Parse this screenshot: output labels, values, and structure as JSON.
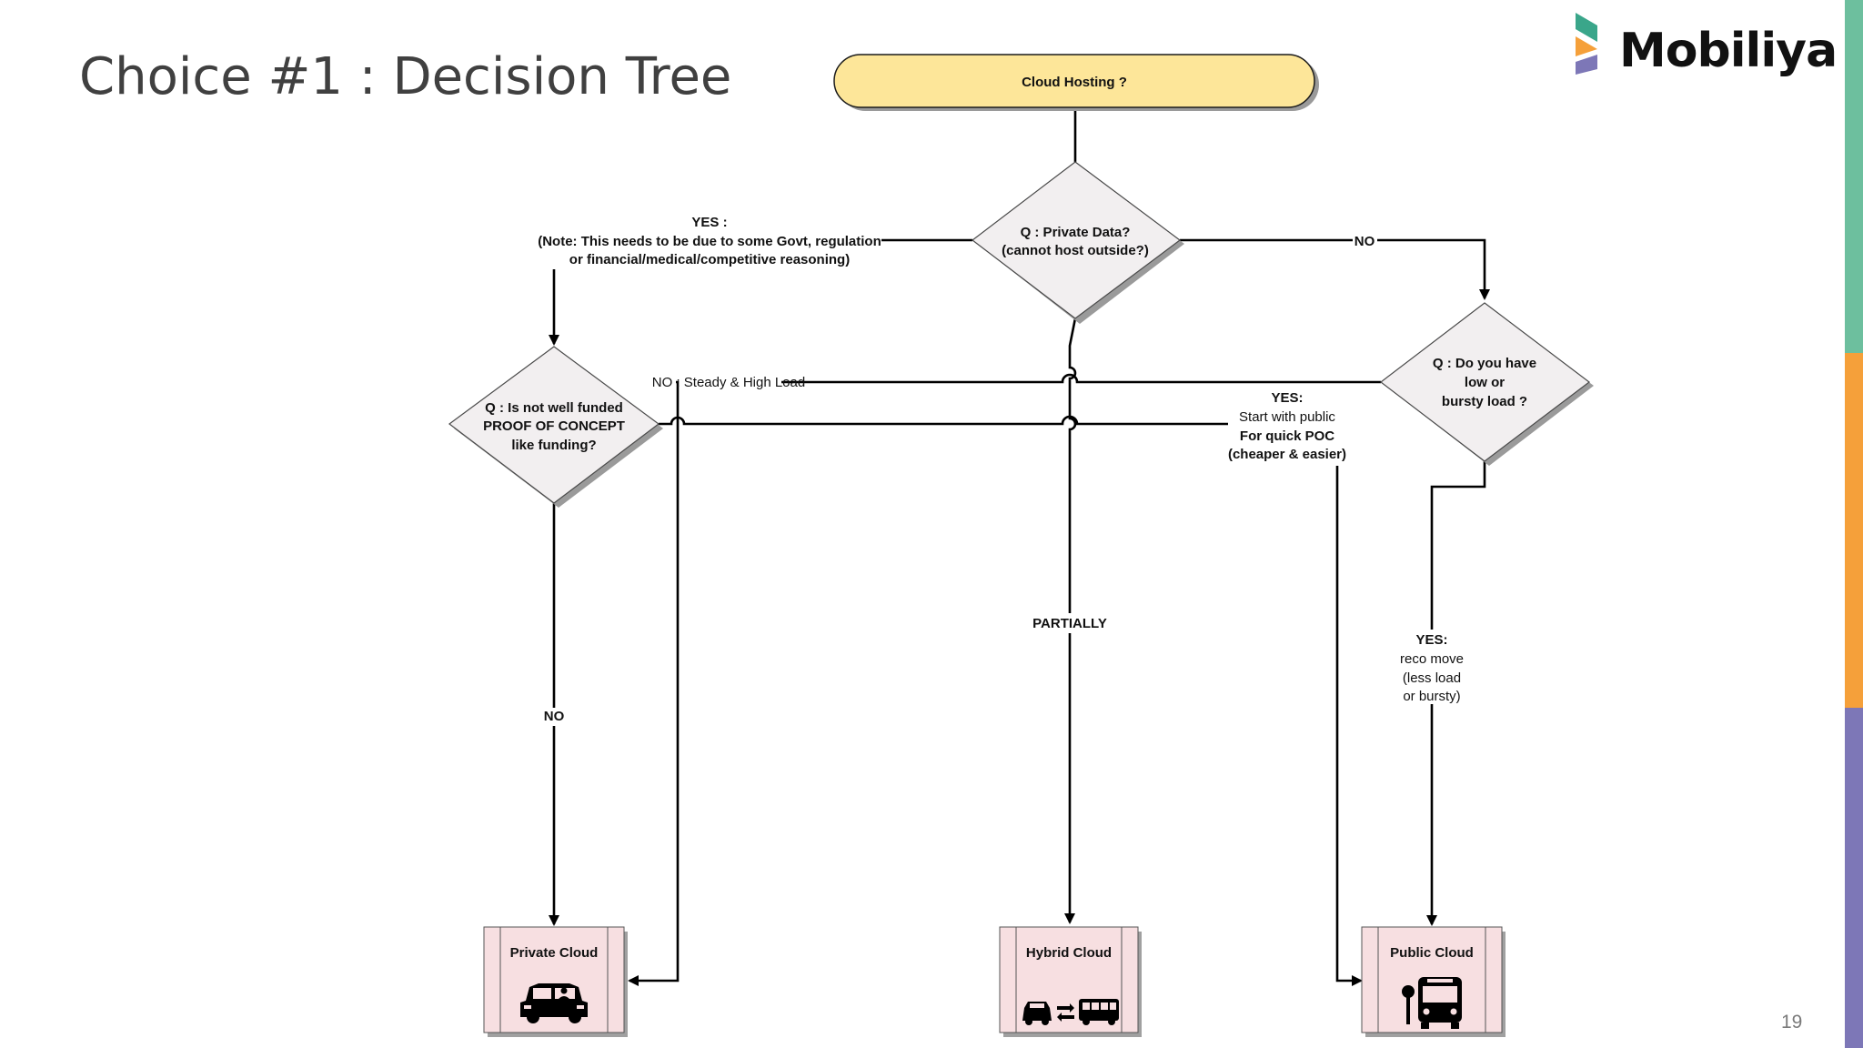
{
  "slide": {
    "title": "Choice #1 : Decision Tree",
    "brand": "Mobiliya",
    "page_number": "19",
    "accent_colors": [
      "#6dbf9e",
      "#f5a03a",
      "#7d77b7"
    ]
  },
  "diagram": {
    "start": "Cloud Hosting ?",
    "q_private": [
      "Q : Private Data?",
      "(cannot host outside?)"
    ],
    "q_poc": [
      "Q : Is not well funded",
      "PROOF OF CONCEPT",
      "like funding?"
    ],
    "q_load": [
      "Q : Do you have",
      "low or",
      "bursty load ?"
    ],
    "edge_yes_private": [
      "YES :",
      "(Note: This needs to be due to some Govt, regulation",
      "or financial/medical/competitive reasoning)"
    ],
    "edge_no_private": "NO",
    "edge_partially": "PARTIALLY",
    "edge_no_poc": "NO",
    "edge_no_steady": "NO : Steady & High Load",
    "edge_yes_poc": [
      "YES:",
      "Start with public",
      "For quick POC",
      "(cheaper & easier)"
    ],
    "edge_yes_load": [
      "YES:",
      "reco move",
      "(less load",
      "or bursty)"
    ],
    "out_private": "Private Cloud",
    "out_hybrid": "Hybrid  Cloud",
    "out_public": "Public  Cloud",
    "icons": [
      "car-icon",
      "car-bus-exchange-icon",
      "bus-stop-icon"
    ]
  }
}
